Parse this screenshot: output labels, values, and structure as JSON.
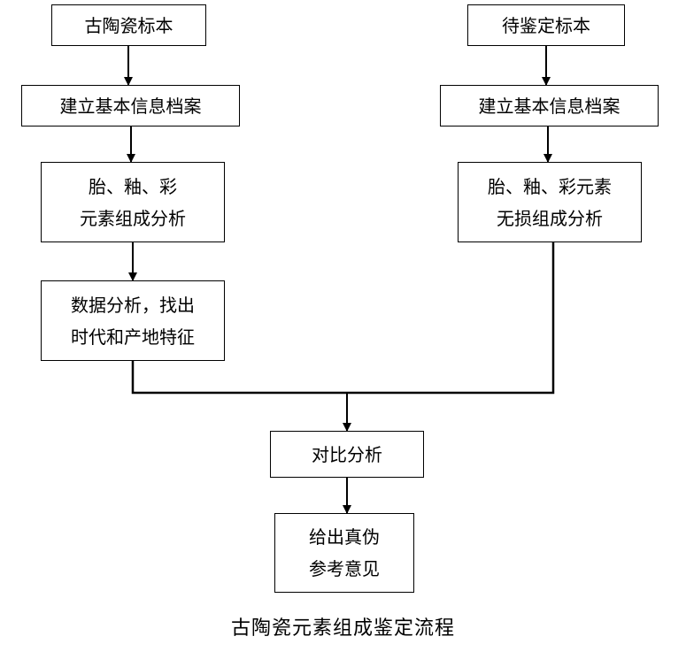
{
  "left": {
    "sample": "古陶瓷标本",
    "record": "建立基本信息档案",
    "analysis": [
      "胎、釉、彩",
      "元素组成分析"
    ],
    "data_analysis": [
      "数据分析，找出",
      "时代和产地特征"
    ]
  },
  "right": {
    "sample": "待鉴定标本",
    "record": "建立基本信息档案",
    "analysis": [
      "胎、釉、彩元素",
      "无损组成分析"
    ]
  },
  "compare": "对比分析",
  "result": [
    "给出真伪",
    "参考意见"
  ],
  "caption": "古陶瓷元素组成鉴定流程",
  "colors": {
    "line": "#000000",
    "box_border": "#000000",
    "background": "#ffffff"
  }
}
